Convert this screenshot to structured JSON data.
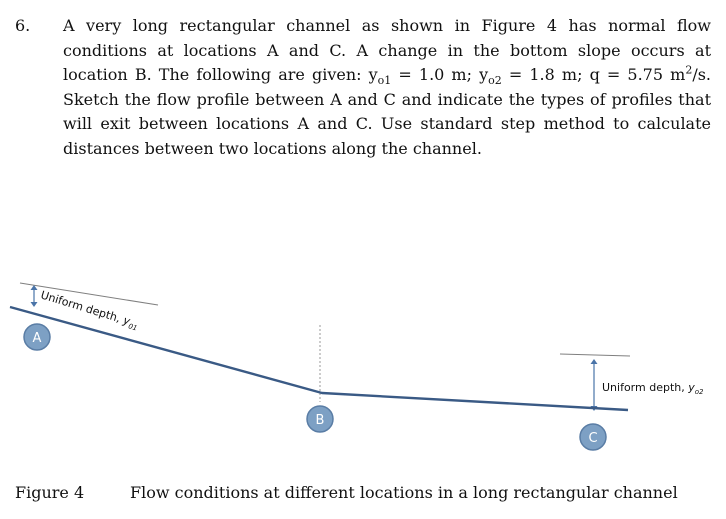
{
  "question": {
    "number": "6.",
    "text_part1": "A very long rectangular channel as shown in Figure 4 has normal flow conditions at locations A and C. A change in the bottom slope occurs at location B. The following are given: y",
    "sub1": "o1",
    "text_part2": " = 1.0 m; y",
    "sub2": "o2",
    "text_part3": " = 1.8 m; q = 5.75 m",
    "sup": "2",
    "text_part4": "/s. Sketch the flow profile between A and C and indicate the types of profiles that will exit between locations A and C. Use standard step method to calculate distances between two locations along the channel."
  },
  "figure": {
    "label_uniform_1": "Uniform depth, ",
    "label_uniform_1_var": "y",
    "label_uniform_1_sub": "01",
    "label_uniform_2": "Uniform depth, ",
    "label_uniform_2_var": "y",
    "label_uniform_2_sub": "o2",
    "location_a": "A",
    "location_b": "B",
    "location_c": "C",
    "colors": {
      "bed": "#3a5a85",
      "marker_fill": "#7da0c4",
      "marker_stroke": "#5a7da5",
      "water_surface": "#7f7f7f",
      "arrow": "#4a74a8"
    }
  },
  "caption": {
    "number": "Figure 4",
    "text": "Flow conditions at different locations in a long rectangular channel"
  }
}
